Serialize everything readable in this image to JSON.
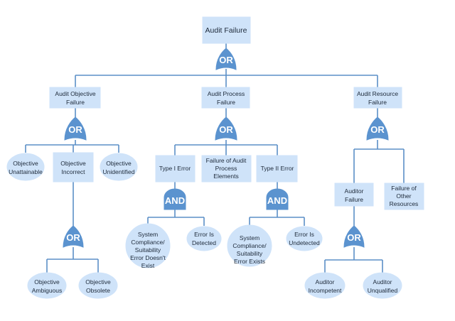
{
  "colors": {
    "line": "#5b8fc7",
    "node_fill": "#cfe3f9",
    "gate_fill": "#5b93cf",
    "gate_text": "#ffffff",
    "text": "#1e2a3a"
  },
  "nodes": {
    "root": "Audit Failure",
    "audit_objective": "Audit Objective Failure",
    "audit_process": "Audit Process Failure",
    "audit_resource": "Audit Resource Failure",
    "objective_unattainable": "Objective Unattainable",
    "objective_incorrect": "Objective Incorrect",
    "objective_unidentified": "Objective Unidentified",
    "objective_ambiguous": "Objective Ambiguous",
    "objective_obsolete": "Objective Obsolete",
    "type_i_error": "Type I Error",
    "failure_of_audit_process_elements": "Failure of Audit Process Elements",
    "type_ii_error": "Type II Error",
    "system_compliance_not_exist": "System Compliance/ Suitability Error Doesn't Exist",
    "error_detected": "Error Is Detected",
    "system_compliance_exists": "System Compliance/ Suitability Error Exists",
    "error_undetected": "Error Is Undetected",
    "auditor_failure": "Auditor Failure",
    "failure_of_other_resources": "Failure of Other Resources",
    "auditor_incompetent": "Auditor Incompetent",
    "auditor_unqualified": "Auditor Unqualified"
  },
  "gates": {
    "root_or": "OR",
    "objective_or": "OR",
    "process_or": "OR",
    "resource_or": "OR",
    "incorrect_or": "OR",
    "type_i_and": "AND",
    "type_ii_and": "AND",
    "auditor_or": "OR"
  }
}
